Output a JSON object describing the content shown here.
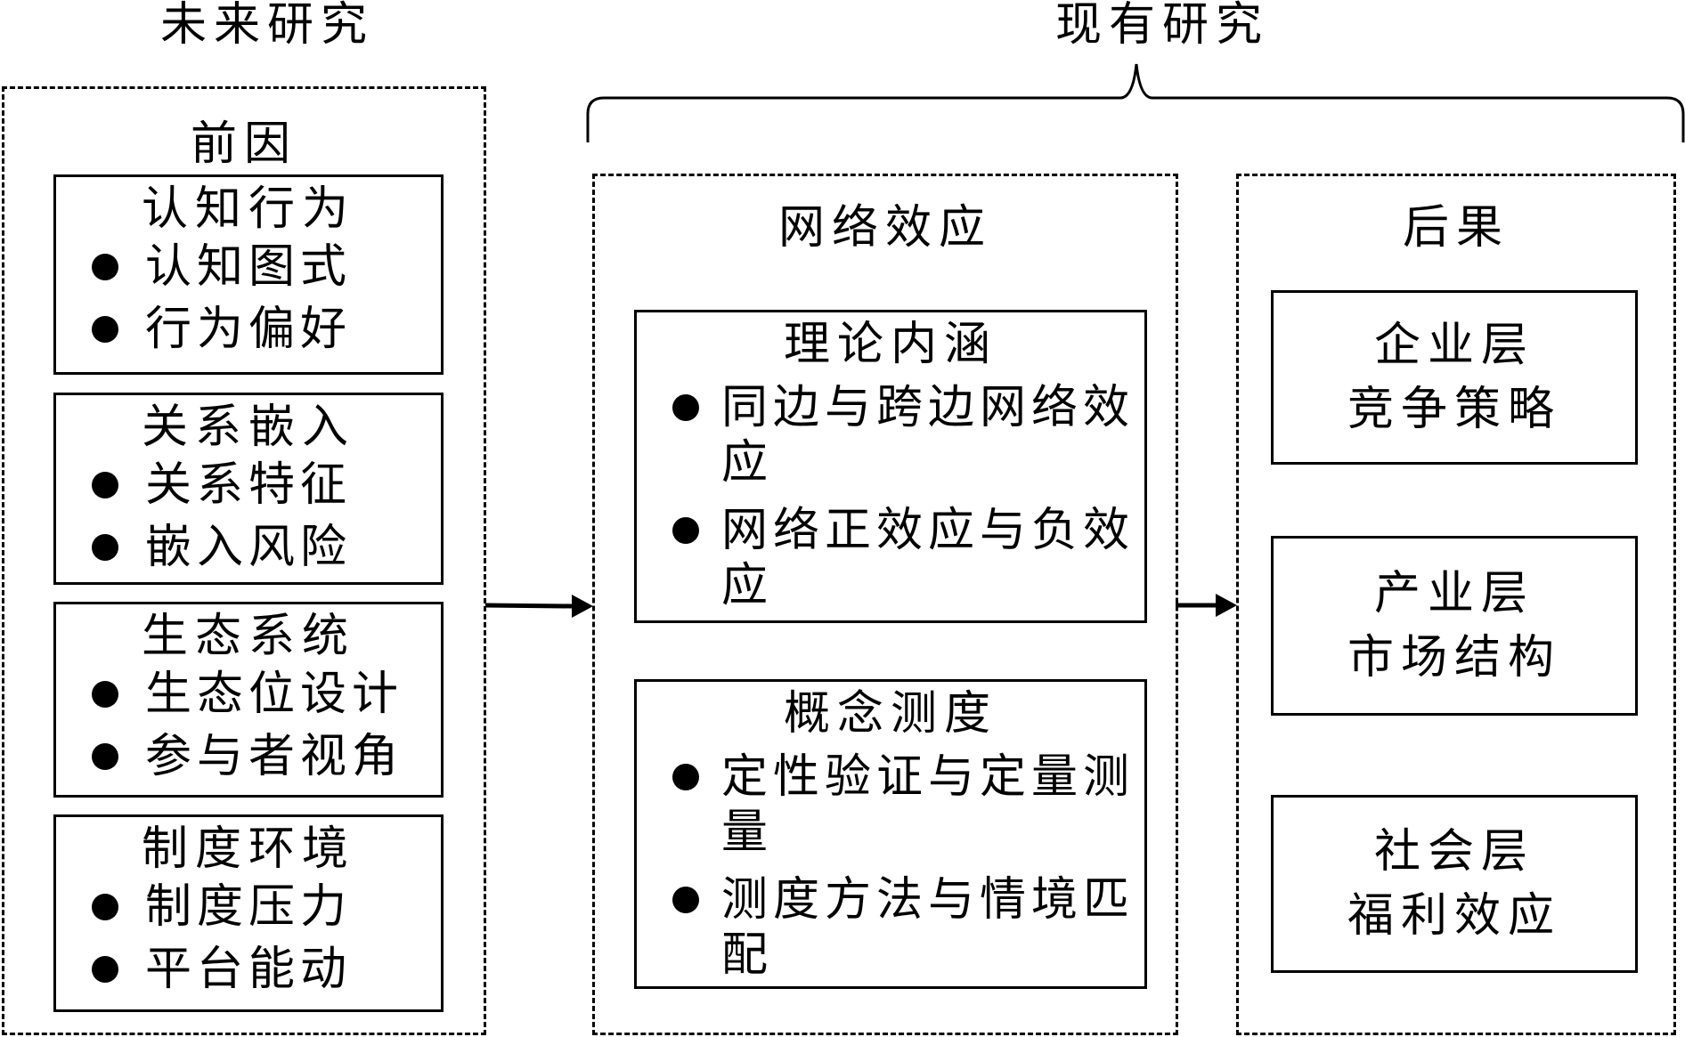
{
  "future": {
    "label": "未来研究",
    "antecedents": {
      "title": "前因",
      "boxes": [
        {
          "title": "认知行为",
          "items": [
            "认知图式",
            "行为偏好"
          ]
        },
        {
          "title": "关系嵌入",
          "items": [
            "关系特征",
            "嵌入风险"
          ]
        },
        {
          "title": "生态系统",
          "items": [
            "生态位设计",
            "参与者视角"
          ]
        },
        {
          "title": "制度环境",
          "items": [
            "制度压力",
            "平台能动"
          ]
        }
      ]
    }
  },
  "current": {
    "label": "现有研究",
    "network_effect": {
      "title": "网络效应",
      "boxes": [
        {
          "title": "理论内涵",
          "items": [
            "同边与跨边网络效应",
            "网络正效应与负效应"
          ]
        },
        {
          "title": "概念测度",
          "items": [
            "定性验证与定量测量",
            "测度方法与情境匹配"
          ]
        }
      ]
    },
    "consequences": {
      "title": "后果",
      "boxes": [
        {
          "level": "企业层",
          "topic": "竞争策略"
        },
        {
          "level": "产业层",
          "topic": "市场结构"
        },
        {
          "level": "社会层",
          "topic": "福利效应"
        }
      ]
    }
  }
}
